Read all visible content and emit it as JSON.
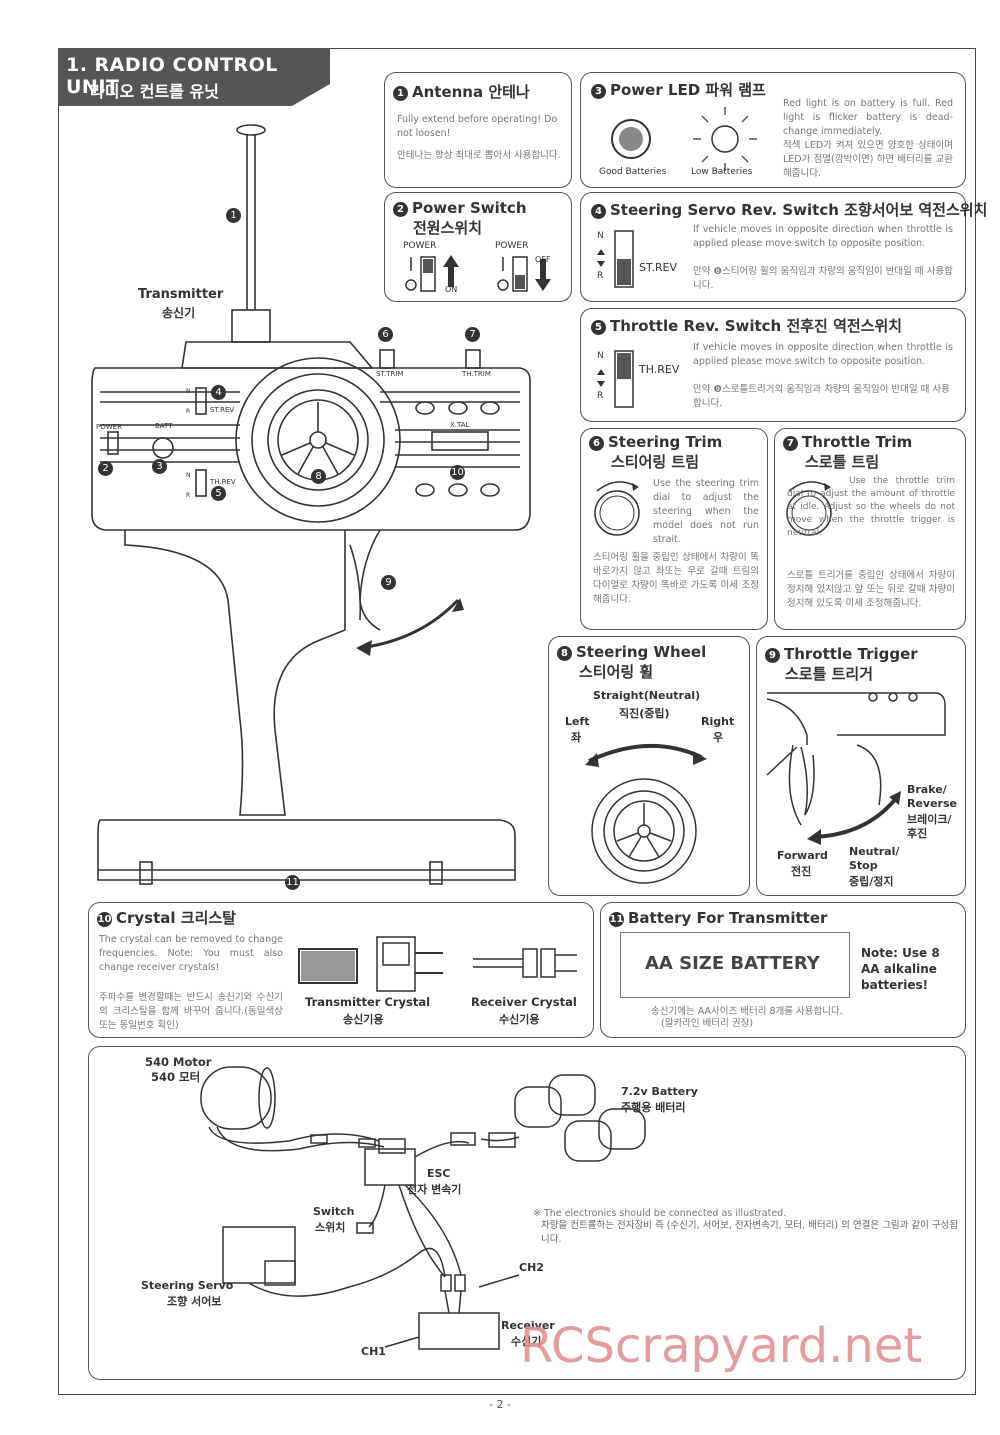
{
  "section": {
    "title_en": "1. RADIO CONTROL UNIT",
    "title_ko": "라디오 컨트롤 유닛"
  },
  "transmitter": {
    "label_en": "Transmitter",
    "label_ko": "송신기",
    "power": "POWER",
    "batt": "BATT",
    "st_rev": "ST.REV",
    "th_rev": "TH.REV",
    "st_trim": "ST.TRIM",
    "th_trim": "TH.TRIM",
    "xtal": "X.TAL",
    "n": "N",
    "r": "R"
  },
  "antenna": {
    "num": "1",
    "title": "Antenna 안테나",
    "text_en": "Fully extend before operating! Do not loosen!",
    "text_ko": "안테나는 항상 최대로 뽑아서 사용합니다."
  },
  "power_led": {
    "num": "3",
    "title": "Power LED 파워 램프",
    "good": "Good Batteries",
    "low": "Low Batteries",
    "text_en": "Red light is on battery is full. Red light is flicker battery is dead-change immediately.",
    "text_ko": "적색 LED가 켜져 있으면 양호한 상태이며 LED가 점멸(깜박이면) 하면 배터리를 교환해줍니다."
  },
  "power_switch": {
    "num": "2",
    "title_en": "Power Switch",
    "title_ko": "전원스위치",
    "power": "POWER",
    "on": "ON",
    "off": "OFF"
  },
  "steering_rev": {
    "num": "4",
    "title": "Steering Servo Rev. Switch 조향서어보 역전스위치",
    "label": "ST.REV",
    "n": "N",
    "r": "R",
    "text_en": "If vehicle moves in opposite direction when throttle is applied please move switch to opposite position.",
    "text_ko": "만약 ❽스티어링 휠의 움직임과 차량의 움직임이 반대일 때 사용합니다."
  },
  "throttle_rev": {
    "num": "5",
    "title": "Throttle Rev. Switch 전후진 역전스위치",
    "label": "TH.REV",
    "n": "N",
    "r": "R",
    "text_en": "If vehicle moves in opposite direction when throttle is applied please move switch to opposite position.",
    "text_ko": "만약 ❾스로틀트리거의 움직임과 차량의 움직임이 반대일 때 사용합니다."
  },
  "steering_trim": {
    "num": "6",
    "title_en": "Steering Trim",
    "title_ko": "스티어링 트림",
    "text_en": "Use the steering trim dial to adjust the steering when the model does not run strait.",
    "text_ko": "스티어링 휠을 중립인 상태에서 차량이 똑바로가지 않고 좌또는 우로 갈때 트림의 다이얼로 차량이 똑바로 가도록 미세 조정해줍니다."
  },
  "throttle_trim": {
    "num": "7",
    "title_en": "Throttle Trim",
    "title_ko": "스로틀 트림",
    "text_en": "Use the throttle trim dial to adjust the amount of throttle at idle. Adjust so the wheels do not move when the throttle trigger is neutral.",
    "text_ko": "스로틀 트리거를 중립인 상태에서 차량이 정지해 있지않고 앞 또는 뒤로 갈때 차량이 정지해 있도록 미세 조정해줍니다."
  },
  "steering_wheel": {
    "num": "8",
    "title_en": "Steering Wheel",
    "title_ko": "스티어링 휠",
    "straight": "Straight(Neutral)",
    "straight_ko": "직진(중립)",
    "left": "Left",
    "left_ko": "좌",
    "right": "Right",
    "right_ko": "우"
  },
  "throttle_trigger": {
    "num": "9",
    "title_en": "Throttle Trigger",
    "title_ko": "스로틀 트리거",
    "brake": "Brake/",
    "reverse": "Reverse",
    "brake_ko": "브레이크/",
    "reverse_ko": "후진",
    "forward": "Forward",
    "forward_ko": "전진",
    "neutral": "Neutral/",
    "stop": "Stop",
    "neutral_ko": "중립/정지"
  },
  "crystal": {
    "num": "10",
    "title": "Crystal 크리스탈",
    "text_en": "The crystal can be removed to change frequencies. Note: You must also change receiver crystals!",
    "text_ko": "주파수를 변경할때는 반드시 송신기와 수신기의 크리스탈을 함께 바꾸어 줍니다.(동일색상 또는 동일번호 확인)",
    "tx_label": "Transmitter Crystal",
    "tx_ko": "송신기용",
    "rx_label": "Receiver Crystal",
    "rx_ko": "수신기용"
  },
  "battery": {
    "num": "11",
    "title": "Battery For Transmitter",
    "aa": "AA SIZE BATTERY",
    "note": "Note: Use 8 AA alkaline batteries!",
    "text_ko1": "송신기에는 AA사이즈 배터리 8개를 사용합니다.",
    "text_ko2": "(알카라인 배터리 권장)"
  },
  "wiring": {
    "motor": "540 Motor",
    "motor_ko": "540 모터",
    "battery": "7.2v Battery",
    "battery_ko": "주행용 배터리",
    "esc": "ESC",
    "esc_ko": "전자 변속기",
    "switch": "Switch",
    "switch_ko": "스위치",
    "servo": "Steering Servo",
    "servo_ko": "조향 서어보",
    "receiver": "Receiver",
    "receiver_ko": "수신기",
    "ch1": "CH1",
    "ch2": "CH2",
    "note_en": "※ The electronics should be connected as illustrated.",
    "note_ko": "차량을 컨트롤하는 전자장비 즉 (수신기, 서어보, 전자변속기, 모터, 배터리) 의 연결은 그림과 같이 구성됩니다."
  },
  "page": "- 2 -",
  "watermark": "RCScrapyard.net"
}
